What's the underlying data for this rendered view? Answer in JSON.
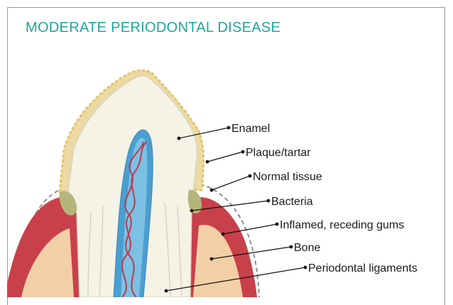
{
  "title": "MODERATE PERIODONTAL DISEASE",
  "colors": {
    "title": "#1fa69a",
    "enamel": "#f4f3e6",
    "plaque": "#ecd9a3",
    "gum": "#c8404a",
    "bone": "#f3cfa6",
    "bacteria": "#b5b57a",
    "pulp": "#4a9fd0",
    "nerve": "#c0394a",
    "leader": "#111111"
  },
  "labels": {
    "enamel": "Enamel",
    "plaque": "Plaque/tartar",
    "normal_tissue": "Normal tissue",
    "bacteria": "Bacteria",
    "inflamed_gums": "Inflamed, receding gums",
    "bone": "Bone",
    "periodontal_ligaments": "Periodontal ligaments"
  }
}
